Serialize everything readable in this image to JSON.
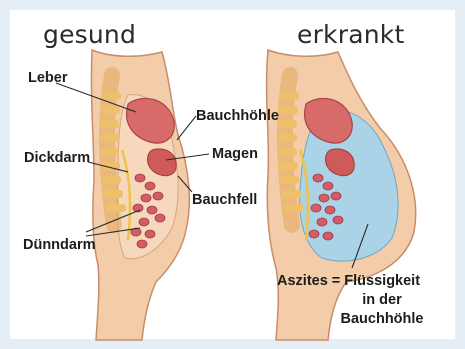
{
  "headings": {
    "healthy": "gesund",
    "diseased": "erkrankt"
  },
  "labels": {
    "liver": "Leber",
    "abdominal_cavity": "Bauchhöhle",
    "colon": "Dickdarm",
    "stomach": "Magen",
    "peritoneum": "Bauchfell",
    "small_intestine": "Dünndarm",
    "ascites_line1": "Aszites = Flüssigkeit",
    "ascites_line2": "in der",
    "ascites_line3": "Bauchhöhle"
  },
  "colors": {
    "background": "#e3eef6",
    "skin": "#f2c9a6",
    "liver": "#d96b6b",
    "fluid": "#a9d3e8"
  }
}
